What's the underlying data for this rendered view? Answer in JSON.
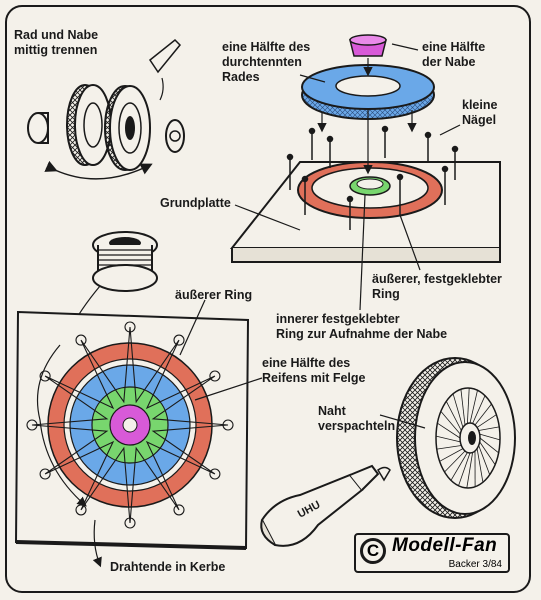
{
  "labels": {
    "rad_und_nabe": "Rad und Nabe\nmittig trennen",
    "haelfte_rad": "eine Hälfte des\ndurchtennten\nRades",
    "haelfte_nabe": "eine Hälfte\nder Nabe",
    "kleine_naegel": "kleine\nNägel",
    "grundplatte": "Grundplatte",
    "aeusserer_ring_top": "äußerer Ring",
    "aeusserer_festgeklebter": "äußerer, festgeklebter\nRing",
    "innerer_ring": "innerer festgeklebter\nRing zur Aufnahme der Nabe",
    "haelfte_reifens": "eine Hälfte des\nReifens mit Felge",
    "naht": "Naht\nverspachteln",
    "drahtende": "Drahtende in Kerbe"
  },
  "logo": {
    "symbol": "C",
    "brand": "Modell-Fan",
    "date": "Backer 3/84"
  },
  "tube_text": "UHU",
  "colors": {
    "ink": "#1a1a1a",
    "ring_red": "#e0705a",
    "ring_blue": "#6aa8e8",
    "ring_green": "#78d66e",
    "hub_magenta": "#d85ad8",
    "paper": "#f4f1ea"
  }
}
